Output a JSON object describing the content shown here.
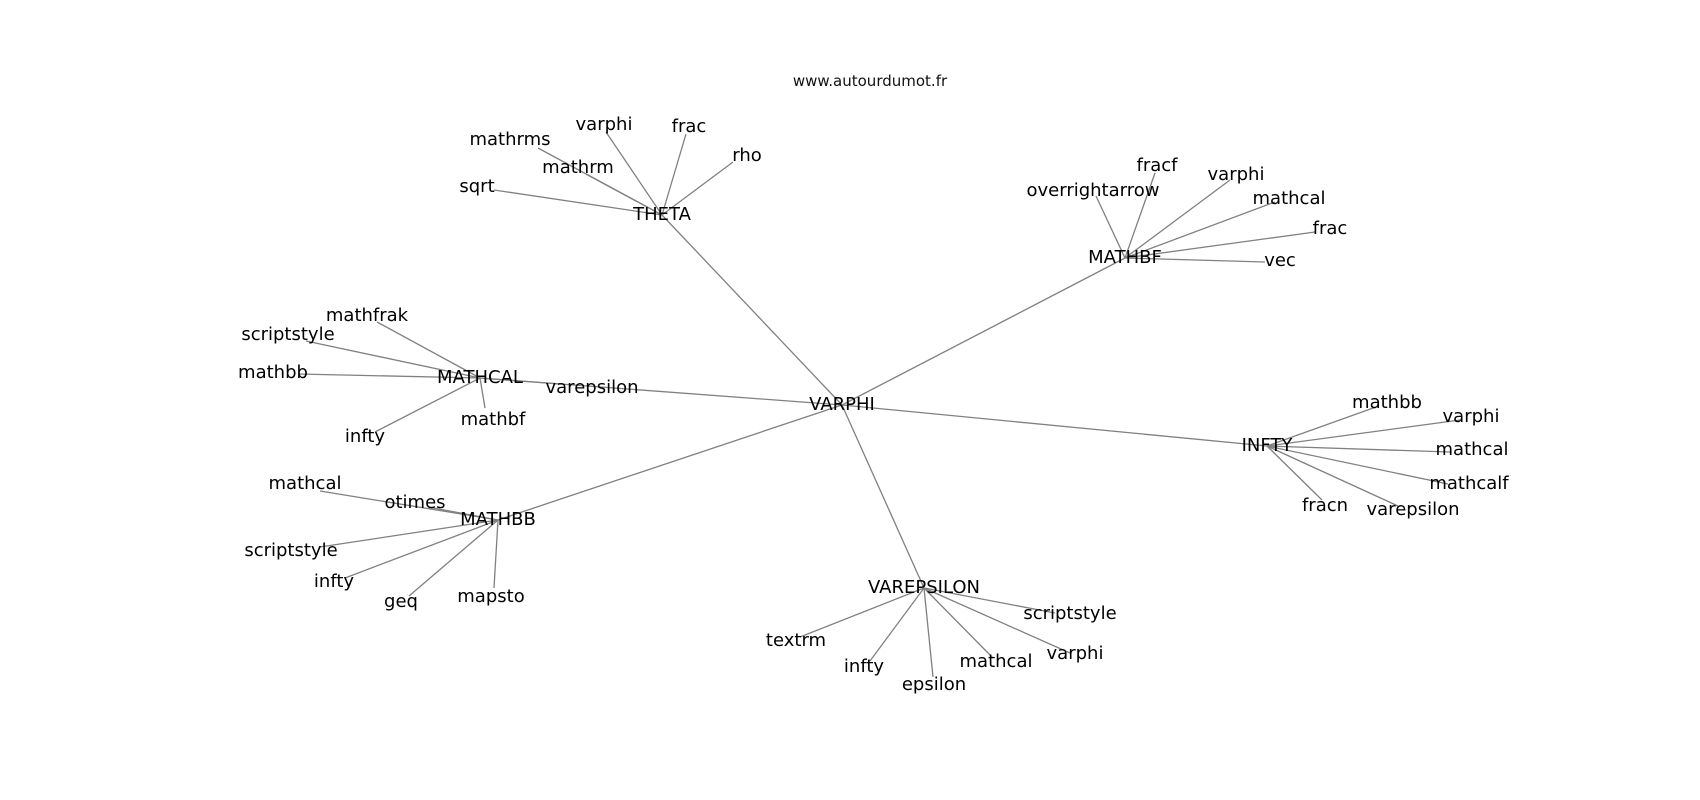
{
  "watermark": "www.autourdumot.fr",
  "graph": {
    "center": "VARPHI",
    "hubs": [
      {
        "id": "theta",
        "label": "THETA",
        "leaves": [
          "mathrms",
          "varphi",
          "frac",
          "rho",
          "mathrm",
          "sqrt"
        ]
      },
      {
        "id": "mathbf",
        "label": "MATHBF",
        "leaves": [
          "fracf",
          "varphi",
          "overrightarrow",
          "mathcal",
          "frac",
          "vec"
        ]
      },
      {
        "id": "mathcal",
        "label": "MATHCAL",
        "leaves": [
          "mathfrak",
          "scriptstyle",
          "mathbb",
          "infty",
          "mathbf",
          "varepsilon"
        ]
      },
      {
        "id": "infty",
        "label": "INFTY",
        "leaves": [
          "mathbb",
          "varphi",
          "mathcal",
          "mathcalf",
          "fracn",
          "varepsilon"
        ]
      },
      {
        "id": "mathbb",
        "label": "MATHBB",
        "leaves": [
          "mathcal",
          "otimes",
          "scriptstyle",
          "infty",
          "geq",
          "mapsto"
        ]
      },
      {
        "id": "varepsilon",
        "label": "VAREPSILON",
        "leaves": [
          "scriptstyle",
          "textrm",
          "varphi",
          "mathcal",
          "infty",
          "epsilon"
        ]
      }
    ]
  }
}
